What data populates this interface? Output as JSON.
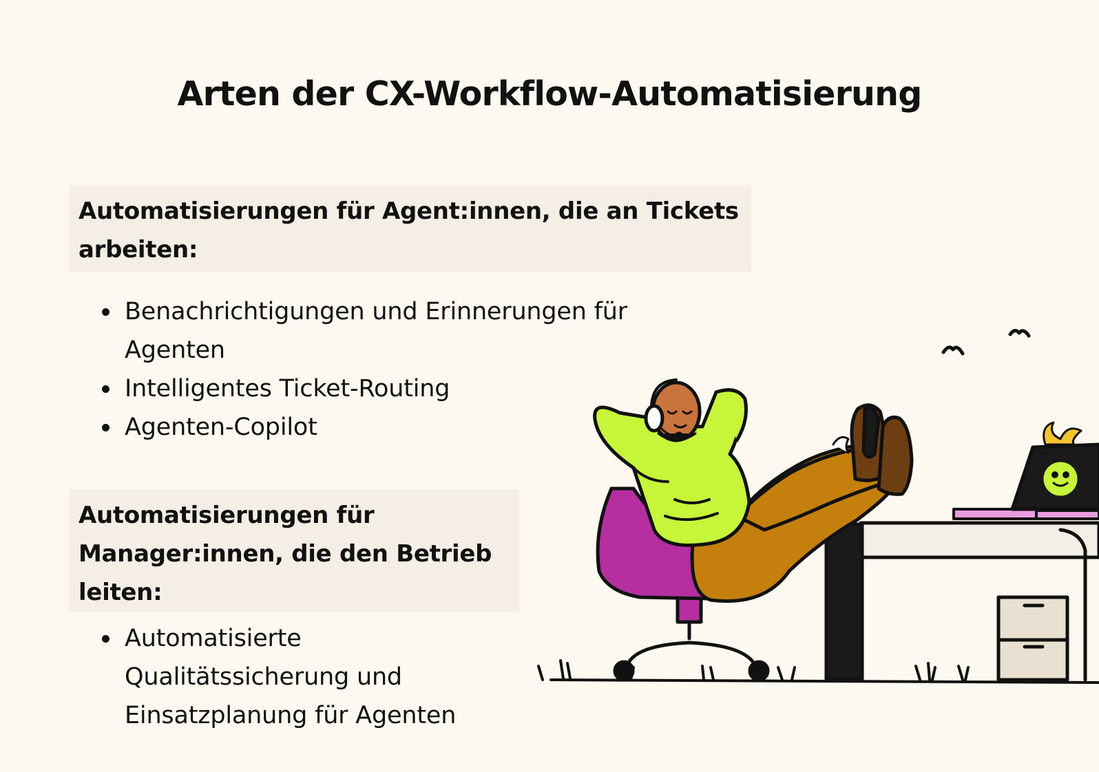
{
  "title": "Arten der CX-Workflow-Automatisierung",
  "sections": [
    {
      "heading": "Automatisierungen für Agent:innen, die an Tickets arbeiten:",
      "items": [
        "Benachrichtigungen und Erinnerungen für Agenten",
        "Intelligentes Ticket-Routing",
        "Agenten-Copilot"
      ]
    },
    {
      "heading": "Automatisierungen für Manager:innen, die den Betrieb leiten:",
      "items": [
        "Automatisierte Qualitätssicherung und Einsatzplanung für Agenten"
      ]
    }
  ],
  "colors": {
    "background": "#fdf9f1",
    "heading_box": "#f4eee5",
    "text": "#111111",
    "sweater": "#c6f53a",
    "chair": "#b52fa0",
    "trousers": "#c47f0d",
    "boots": "#6e3f12",
    "skin": "#c9743c",
    "laptop": "#1a1a1a",
    "laptop_face": "#c6f53a",
    "paper": "#ec9be0",
    "drawer": "#e8e1d2"
  },
  "illustration": {
    "subject": "agent-relaxing-at-desk",
    "icons": [
      "birds-icon",
      "headset-icon",
      "smiley-laptop-icon",
      "plant-icon"
    ]
  }
}
